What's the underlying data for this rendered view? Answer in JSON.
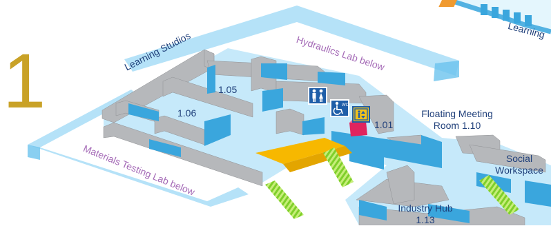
{
  "floor": {
    "number": "1"
  },
  "labels": {
    "learning_studios": "Learning Studios",
    "learning_top_right": "Learning",
    "hydraulics": "Hydraulics Lab below",
    "materials": "Materials Testing Lab below",
    "room_105": "1.05",
    "room_106": "1.06",
    "room_101": "1.01",
    "floating_meeting_line1": "Floating Meeting",
    "floating_meeting_line2": "Room 1.10",
    "social_line1": "Social",
    "social_line2": "Workspace",
    "industry_hub_line1": "Industry Hub",
    "industry_hub_line2": "1.13"
  },
  "icons": [
    "toilets-icon",
    "accessible-toilet-icon",
    "lift-icon"
  ],
  "colors": {
    "floor_number": "#c9a227",
    "room_text": "#1f3f7a",
    "lab_below_text": "#a56bb7",
    "wall_grey": "#b6b8bb",
    "glass_blue": "#3aa6dd",
    "floor_light_blue": "#c6e9fa",
    "stair_green": "#8fd33a",
    "stair_yellow": "#f7b800",
    "lift_red": "#e0245e"
  }
}
